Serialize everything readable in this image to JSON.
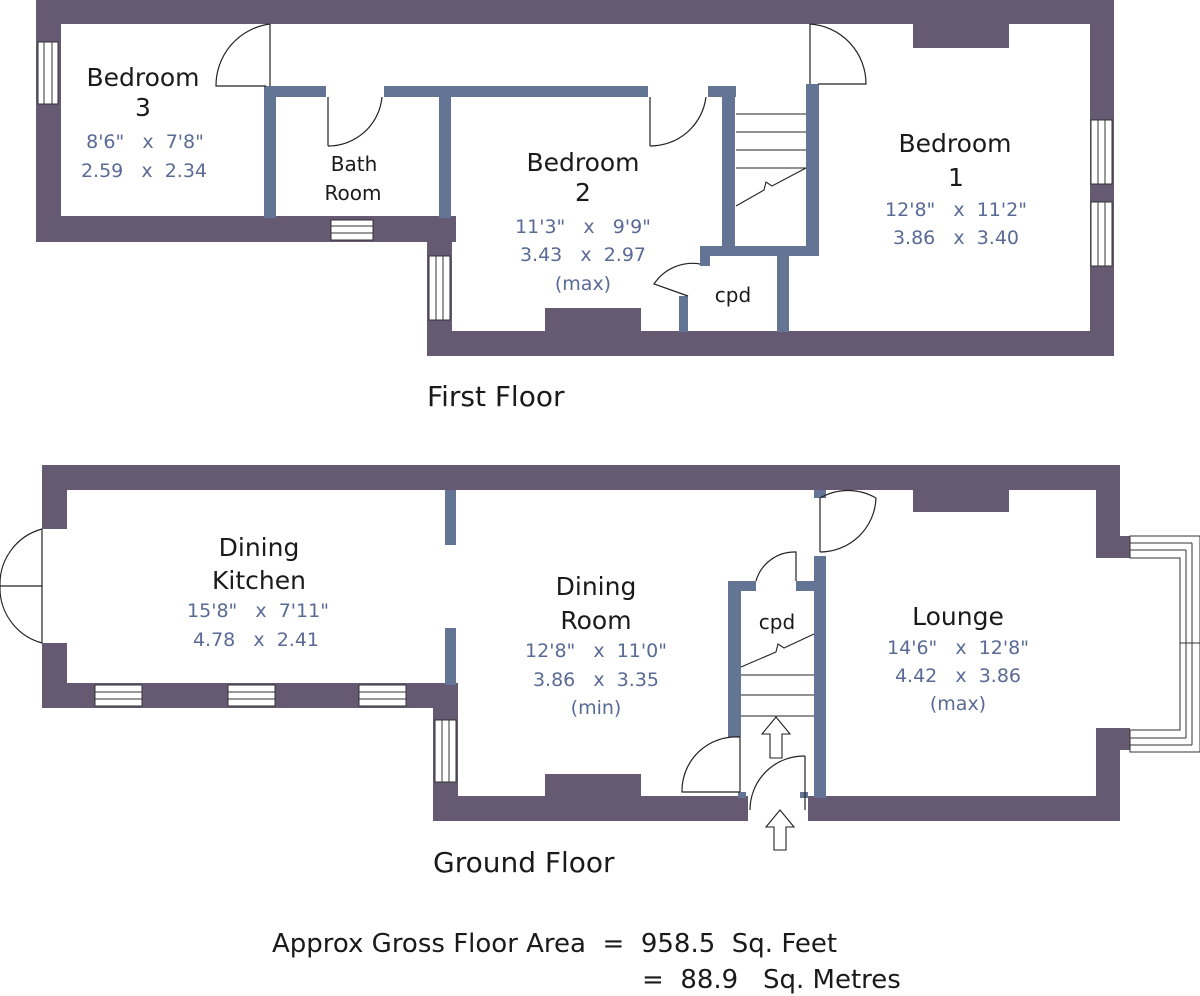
{
  "floors": {
    "first": {
      "label": "First Floor",
      "rooms": {
        "bedroom3": {
          "name1": "Bedroom",
          "name2": "3",
          "imperial": "8'6\"   x  7'8\"",
          "metric": "2.59   x  2.34"
        },
        "bathroom": {
          "name1": "Bath",
          "name2": "Room"
        },
        "bedroom2": {
          "name1": "Bedroom",
          "name2": "2",
          "imperial": "11'3\"   x   9'9\"",
          "metric": "3.43   x  2.97",
          "note": "(max)"
        },
        "cpd": {
          "name": "cpd"
        },
        "bedroom1": {
          "name1": "Bedroom",
          "name2": "1",
          "imperial": "12'8\"   x  11'2\"",
          "metric": "3.86   x  3.40"
        }
      }
    },
    "ground": {
      "label": "Ground Floor",
      "rooms": {
        "kitchen": {
          "name1": "Dining",
          "name2": "Kitchen",
          "imperial": "15'8\"   x  7'11\"",
          "metric": "4.78   x  2.41"
        },
        "dining": {
          "name1": "Dining",
          "name2": "Room",
          "imperial": "12'8\"   x  11'0\"",
          "metric": "3.86   x  3.35",
          "note": "(min)"
        },
        "cpd": {
          "name": "cpd"
        },
        "lounge": {
          "name1": "Lounge",
          "imperial": "14'6\"   x  12'8\"",
          "metric": "4.42   x  3.86",
          "note": "(max)"
        }
      }
    }
  },
  "area": {
    "line1_label": "Approx Gross Floor Area  =  958.5  Sq. Feet",
    "line2_label": "=  88.9   Sq. Metres"
  },
  "colors": {
    "external_wall": "#655a72",
    "internal_wall": "#647494",
    "dimension_text": "#5a6a96"
  }
}
